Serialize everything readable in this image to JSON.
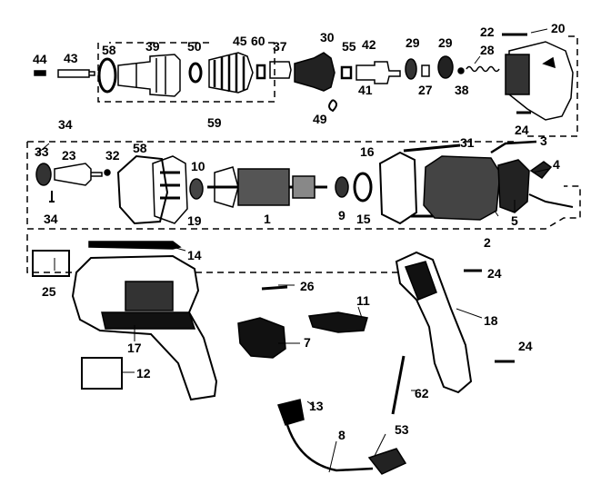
{
  "diagram": {
    "title": "",
    "callouts": [
      {
        "id": "c44",
        "text": "44"
      },
      {
        "id": "c43",
        "text": "43"
      },
      {
        "id": "c58a",
        "text": "58"
      },
      {
        "id": "c39",
        "text": "39"
      },
      {
        "id": "c50",
        "text": "50"
      },
      {
        "id": "c45",
        "text": "45"
      },
      {
        "id": "c60",
        "text": "60"
      },
      {
        "id": "c37",
        "text": "37"
      },
      {
        "id": "c30",
        "text": "30"
      },
      {
        "id": "c55",
        "text": "55"
      },
      {
        "id": "c42",
        "text": "42"
      },
      {
        "id": "c41",
        "text": "41"
      },
      {
        "id": "c29a",
        "text": "29"
      },
      {
        "id": "c29b",
        "text": "29"
      },
      {
        "id": "c27",
        "text": "27"
      },
      {
        "id": "c38",
        "text": "38"
      },
      {
        "id": "c28",
        "text": "28"
      },
      {
        "id": "c22",
        "text": "22"
      },
      {
        "id": "c20",
        "text": "20"
      },
      {
        "id": "c59",
        "text": "59"
      },
      {
        "id": "c49",
        "text": "49"
      },
      {
        "id": "c24a",
        "text": "24"
      },
      {
        "id": "c3",
        "text": "3"
      },
      {
        "id": "c4",
        "text": "4"
      },
      {
        "id": "c34a",
        "text": "34"
      },
      {
        "id": "c33",
        "text": "33"
      },
      {
        "id": "c23",
        "text": "23"
      },
      {
        "id": "c32",
        "text": "32"
      },
      {
        "id": "c58b",
        "text": "58"
      },
      {
        "id": "c10",
        "text": "10"
      },
      {
        "id": "c31",
        "text": "31"
      },
      {
        "id": "c16",
        "text": "16"
      },
      {
        "id": "c34b",
        "text": "34"
      },
      {
        "id": "c19",
        "text": "19"
      },
      {
        "id": "c1",
        "text": "1"
      },
      {
        "id": "c9",
        "text": "9"
      },
      {
        "id": "c15",
        "text": "15"
      },
      {
        "id": "c5",
        "text": "5"
      },
      {
        "id": "c2",
        "text": "2"
      },
      {
        "id": "c14",
        "text": "14"
      },
      {
        "id": "c25",
        "text": "25"
      },
      {
        "id": "c26",
        "text": "26"
      },
      {
        "id": "c24b",
        "text": "24"
      },
      {
        "id": "c11",
        "text": "11"
      },
      {
        "id": "c18",
        "text": "18"
      },
      {
        "id": "c17",
        "text": "17"
      },
      {
        "id": "c7",
        "text": "7"
      },
      {
        "id": "c24c",
        "text": "24"
      },
      {
        "id": "c12",
        "text": "12"
      },
      {
        "id": "c62",
        "text": "62"
      },
      {
        "id": "c13",
        "text": "13"
      },
      {
        "id": "c53",
        "text": "53"
      },
      {
        "id": "c8",
        "text": "8"
      }
    ]
  }
}
